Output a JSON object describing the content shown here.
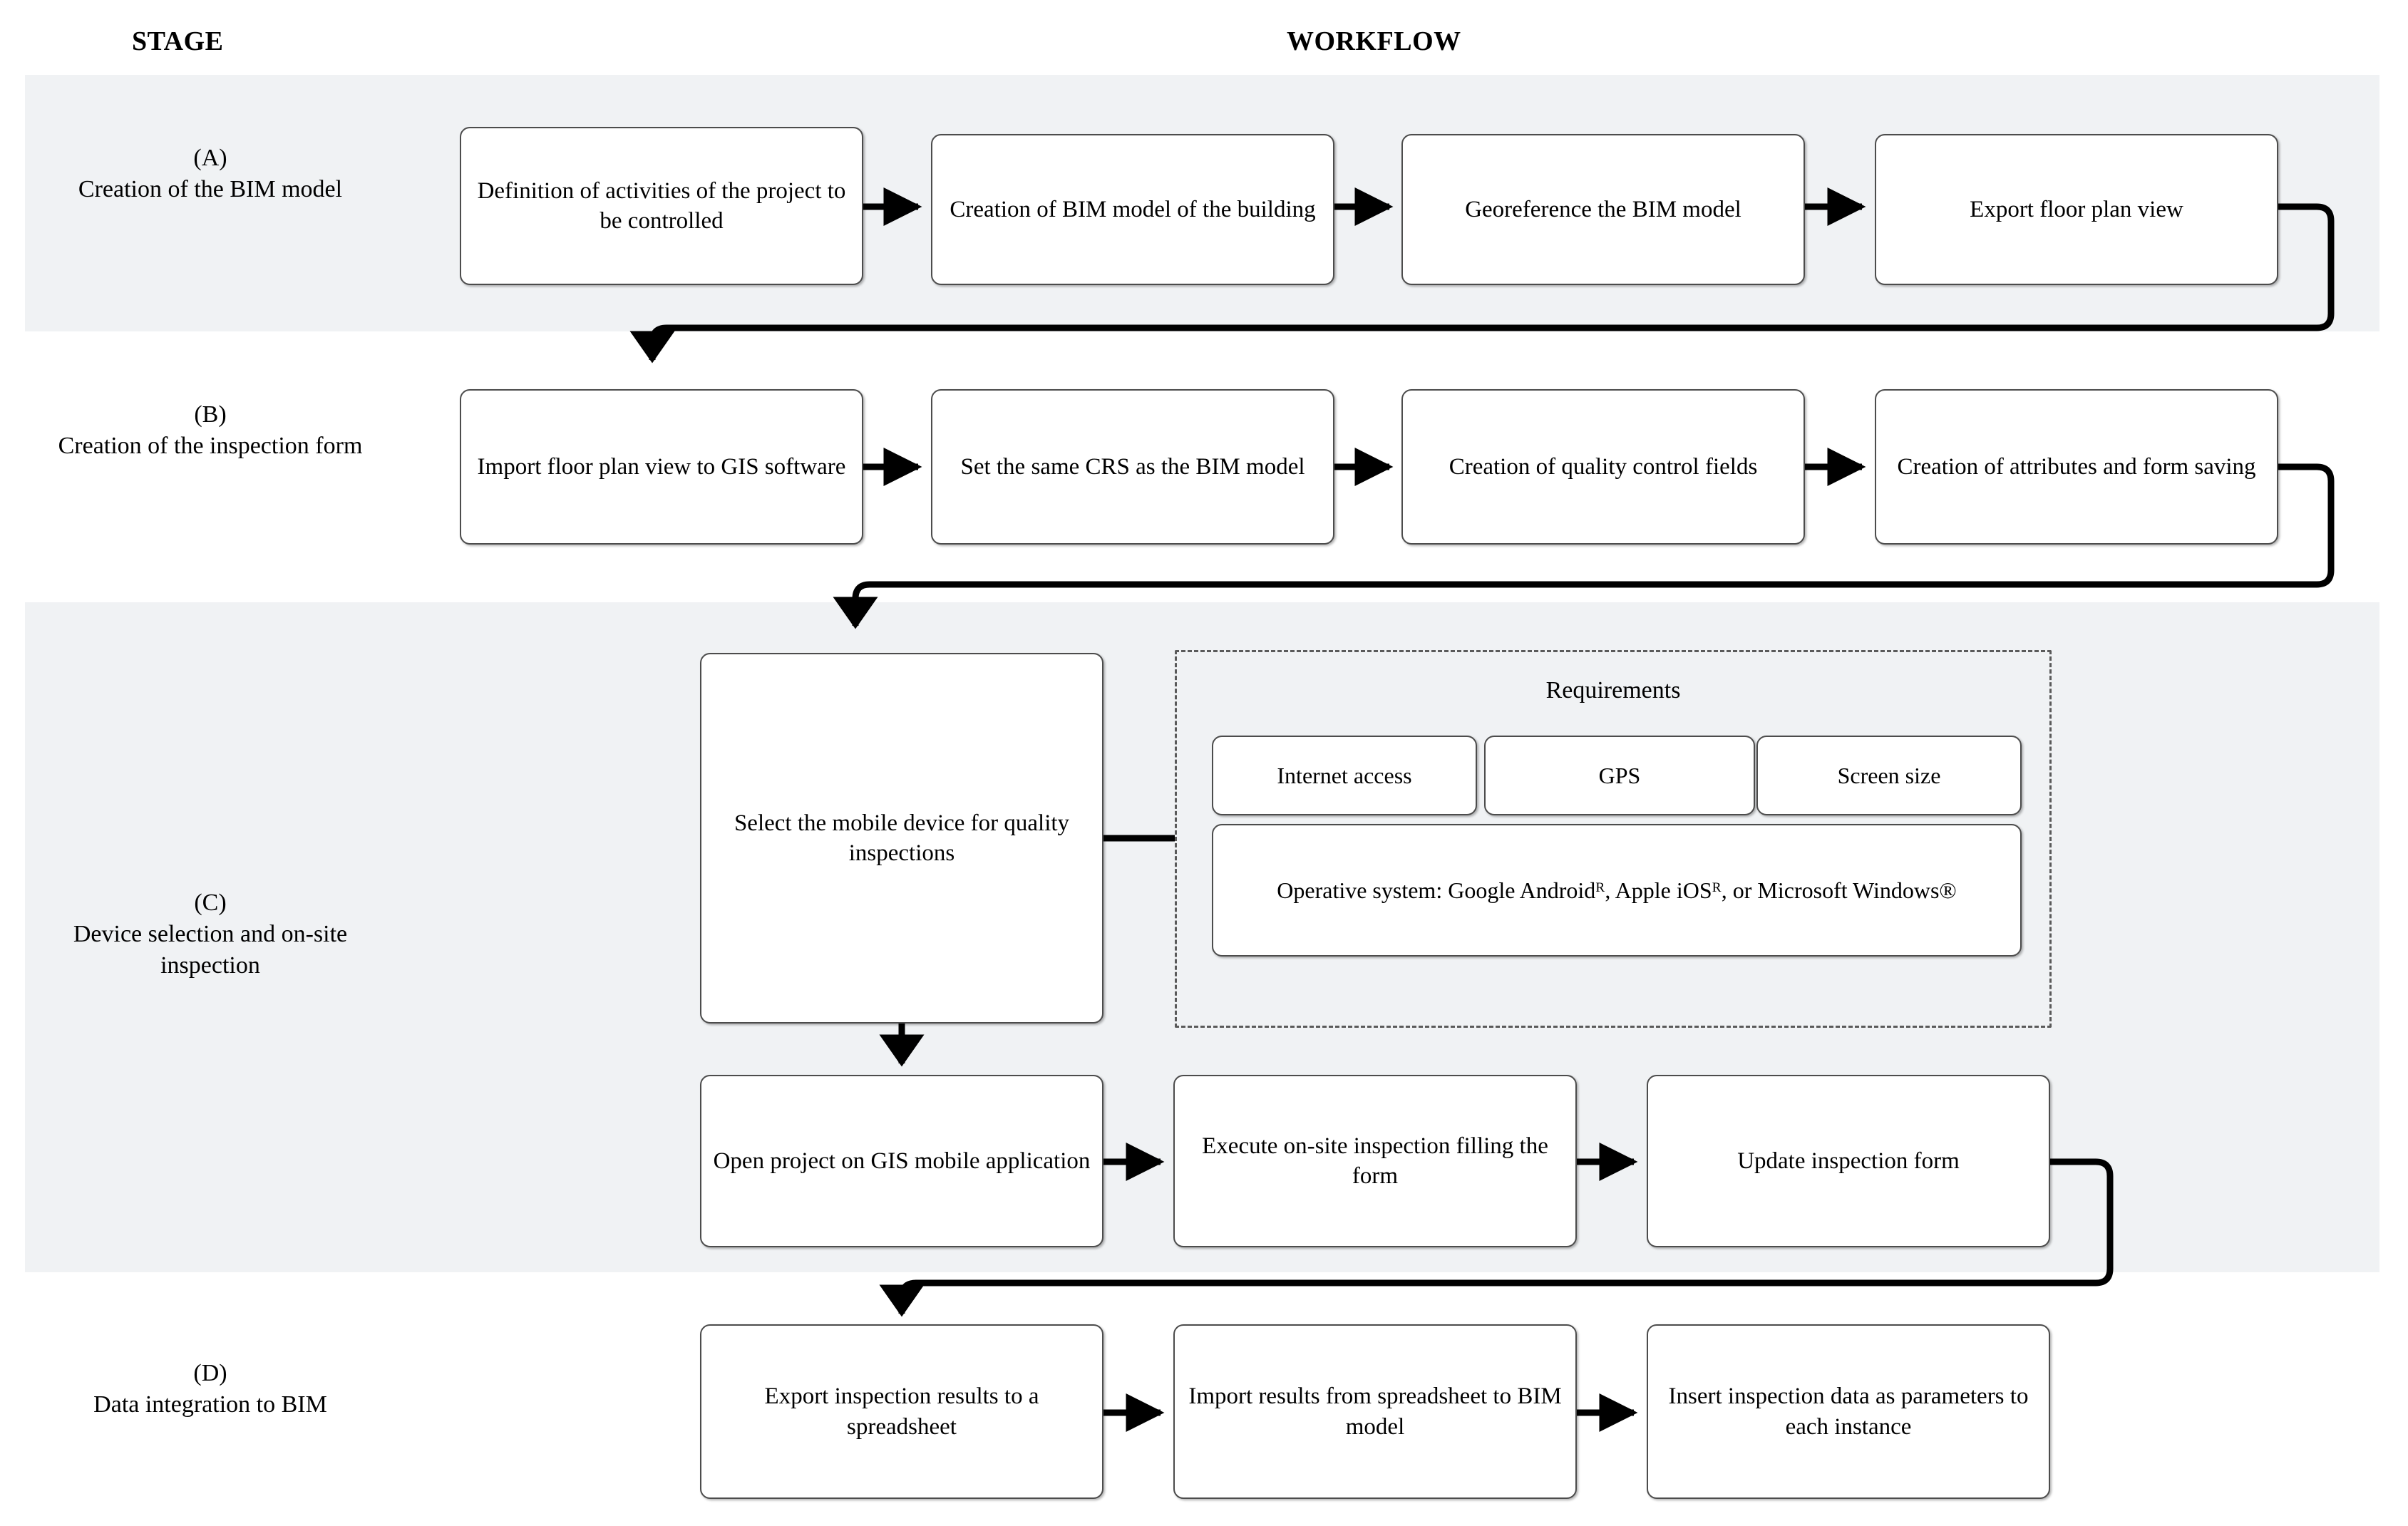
{
  "headers": {
    "stage": "STAGE",
    "workflow": "WORKFLOW"
  },
  "stages": [
    {
      "code": "(A)",
      "name": "Creation of the BIM model",
      "shaded": true,
      "steps": [
        "Definition of activities of the project to be controlled",
        "Creation of BIM model of the building",
        "Georeference the BIM model",
        "Export floor plan view"
      ]
    },
    {
      "code": "(B)",
      "name": "Creation of the inspection form",
      "shaded": false,
      "steps": [
        "Import floor plan view to GIS software",
        "Set the same CRS as the BIM model",
        "Creation of quality control fields",
        "Creation of attributes and form saving"
      ]
    },
    {
      "code": "(C)",
      "name": "Device selection and on-site inspection",
      "shaded": true,
      "steps": [
        "Select the mobile device for quality inspections",
        "Open project on GIS mobile application",
        "Execute on-site inspection filling the form",
        "Update inspection form"
      ],
      "requirements": {
        "title": "Requirements",
        "items": [
          "Internet access",
          "GPS",
          "Screen size",
          "Operative system: Google Androidᴿ, Apple iOSᴿ, or Microsoft Windows®"
        ]
      }
    },
    {
      "code": "(D)",
      "name": "Data integration to BIM",
      "shaded": false,
      "steps": [
        "Export inspection results to a spreadsheet",
        "Import results from spreadsheet to BIM model",
        "Insert inspection data as parameters to each instance"
      ]
    }
  ],
  "colors": {
    "band_shade": "#f0f2f4",
    "box_border": "#4c4c4c",
    "box_fill": "#ffffff",
    "connector": "#000000",
    "dashed_group_border": "#5a5a5a",
    "text": "#000000"
  }
}
